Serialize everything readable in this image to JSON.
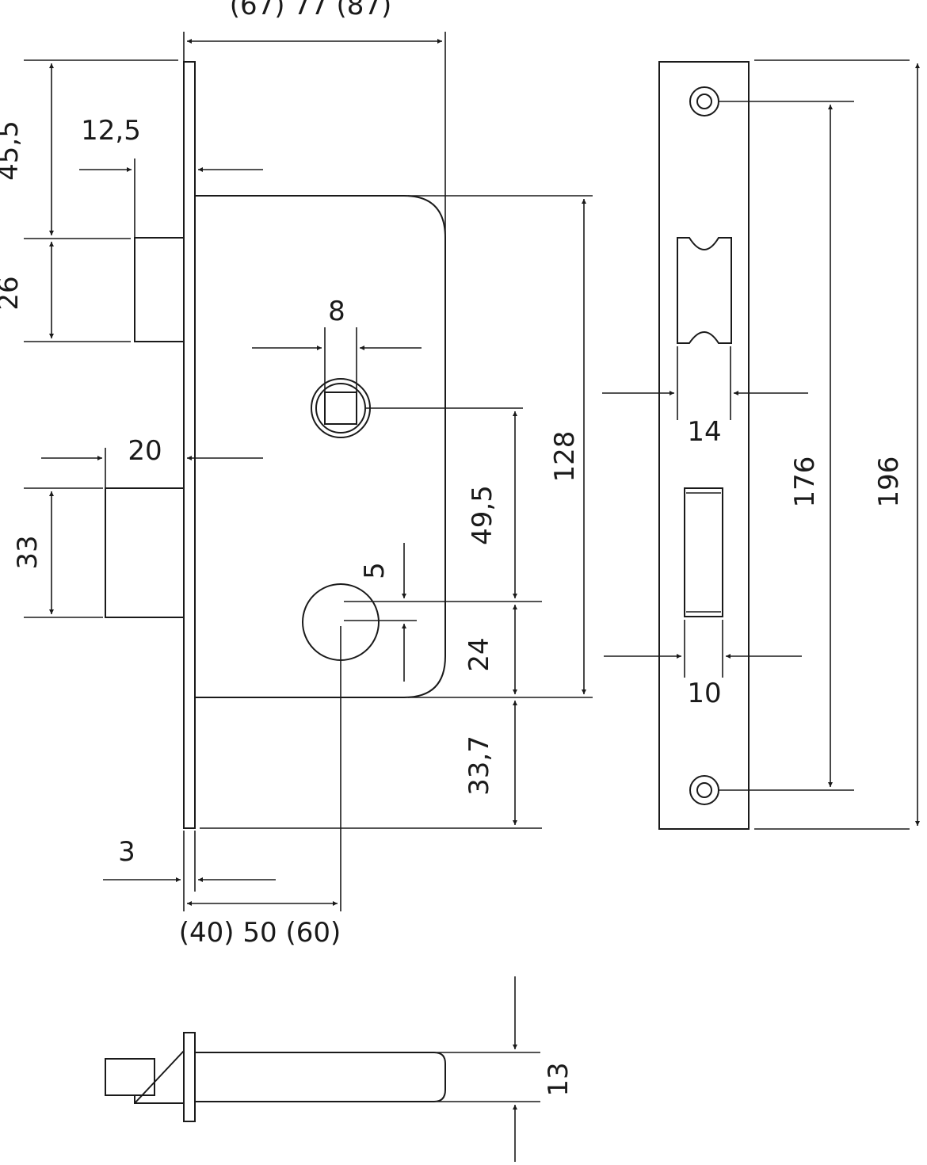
{
  "dimensions": {
    "backset_width": "(67) 77 (87)",
    "top_offset": "45,5",
    "latch_projection": "12,5",
    "latch_height": "26",
    "spindle_square": "8",
    "strike_latch_width": "14",
    "bolt_projection": "20",
    "bolt_height": "33",
    "spindle_to_cylinder": "49,5",
    "case_height": "128",
    "cylinder_offset": "5",
    "cylinder_to_case_bottom": "24",
    "bottom_offset": "33,7",
    "screw_spacing": "176",
    "faceplate_length": "196",
    "strike_bolt_width": "10",
    "faceplate_thickness": "3",
    "backset": "(40) 50 (60)",
    "bolt_thickness": "13"
  }
}
